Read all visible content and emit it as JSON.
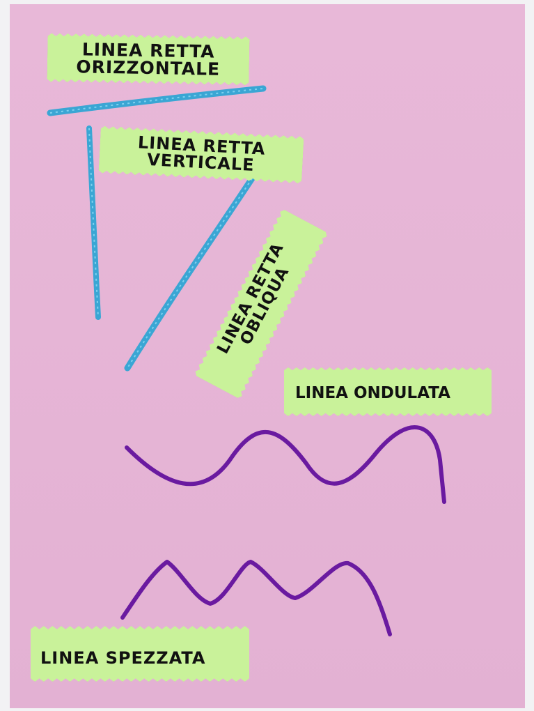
{
  "labels": {
    "horizontal": {
      "line1": "LINEA RETTA",
      "line2": "ORIZZONTALE"
    },
    "vertical": {
      "line1": "LINEA RETTA",
      "line2": "VERTICALE"
    },
    "oblique": {
      "line1": "LINEA RETTA",
      "line2": "OBLIQUA"
    },
    "wavy": {
      "text": "LINEA ONDULATA"
    },
    "broken": {
      "text": "LINEA SPEZZATA"
    }
  },
  "colors": {
    "paper": "#e6b5d6",
    "label": "#c9f29a",
    "yarn_blue": "#3aa6d4",
    "yarn_purple": "#6a1aa0"
  }
}
